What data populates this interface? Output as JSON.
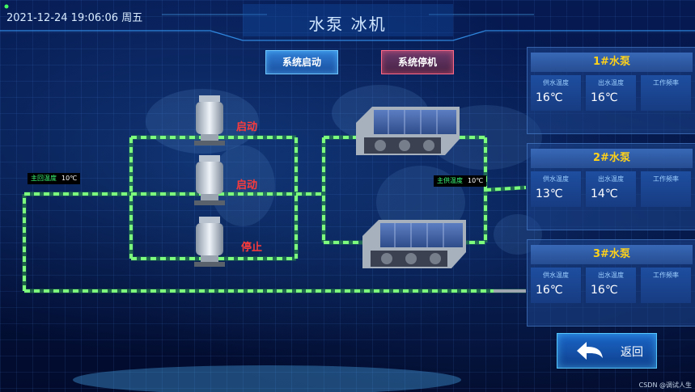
{
  "header": {
    "datetime": "2021-12-24 19:06:06 周五",
    "title": "水泵 冰机"
  },
  "controls": {
    "start_label": "系统启动",
    "stop_label": "系统停机"
  },
  "pumps": [
    {
      "status": "启动"
    },
    {
      "status": "启动"
    },
    {
      "status": "停止"
    }
  ],
  "return_temp": {
    "label": "主回温度",
    "value": "10℃"
  },
  "supply_temp": {
    "label": "主供温度",
    "value": "10℃"
  },
  "panels": [
    {
      "title": "1#水泵",
      "supply_label": "供水温度",
      "supply_value": "16℃",
      "outlet_label": "出水温度",
      "outlet_value": "16℃",
      "freq_label": "工作频率"
    },
    {
      "title": "2#水泵",
      "supply_label": "供水温度",
      "supply_value": "13℃",
      "outlet_label": "出水温度",
      "outlet_value": "14℃",
      "freq_label": "工作频率"
    },
    {
      "title": "3#水泵",
      "supply_label": "供水温度",
      "supply_value": "16℃",
      "outlet_label": "出水温度",
      "outlet_value": "16℃",
      "freq_label": "工作频率"
    }
  ],
  "back": {
    "label": "返回",
    "icon": "back-arrow-icon"
  },
  "watermark": "CSDN @调试人生",
  "colors": {
    "pipe_flow": "#7dff7d",
    "pipe_base": "#2f9e4a",
    "status_red": "#ff3b3b",
    "panel_title": "#ffd21a"
  }
}
